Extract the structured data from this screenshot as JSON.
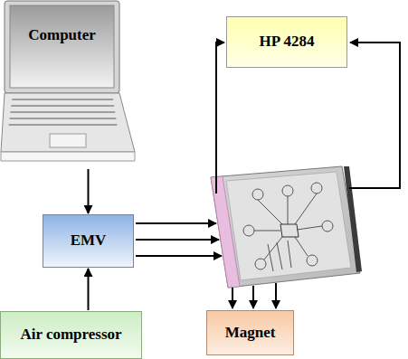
{
  "diagram": {
    "nodes": [
      {
        "text": [
          "Computer"
        ]
      },
      {
        "text": [
          "HP 4284"
        ]
      },
      {
        "text": [
          "EMV"
        ]
      },
      {
        "text": [
          "Air compressor"
        ]
      },
      {
        "text": [
          "Magnet"
        ]
      }
    ],
    "edges": [
      {
        "from": 0,
        "to": 2,
        "arrow": "to"
      },
      {
        "from": 3,
        "to": 2,
        "arrow": "to"
      }
    ]
  }
}
